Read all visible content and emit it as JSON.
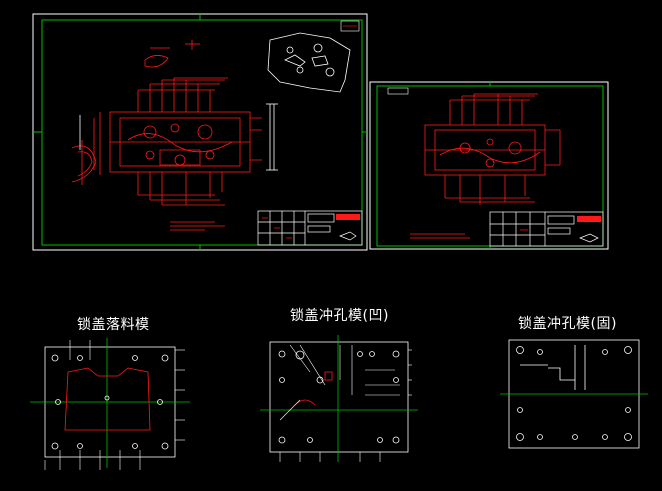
{
  "labels": {
    "blanking_die": "锁盖落料模",
    "piercing_die_concave": "锁盖冲孔模(凹)",
    "piercing_die_solid": "锁盖冲孔模(固)"
  },
  "colors": {
    "background": "#000000",
    "frame": "#ffffff",
    "border_green": "#00c000",
    "geometry_red": "#ff1a1a",
    "text_white": "#ffffff"
  }
}
